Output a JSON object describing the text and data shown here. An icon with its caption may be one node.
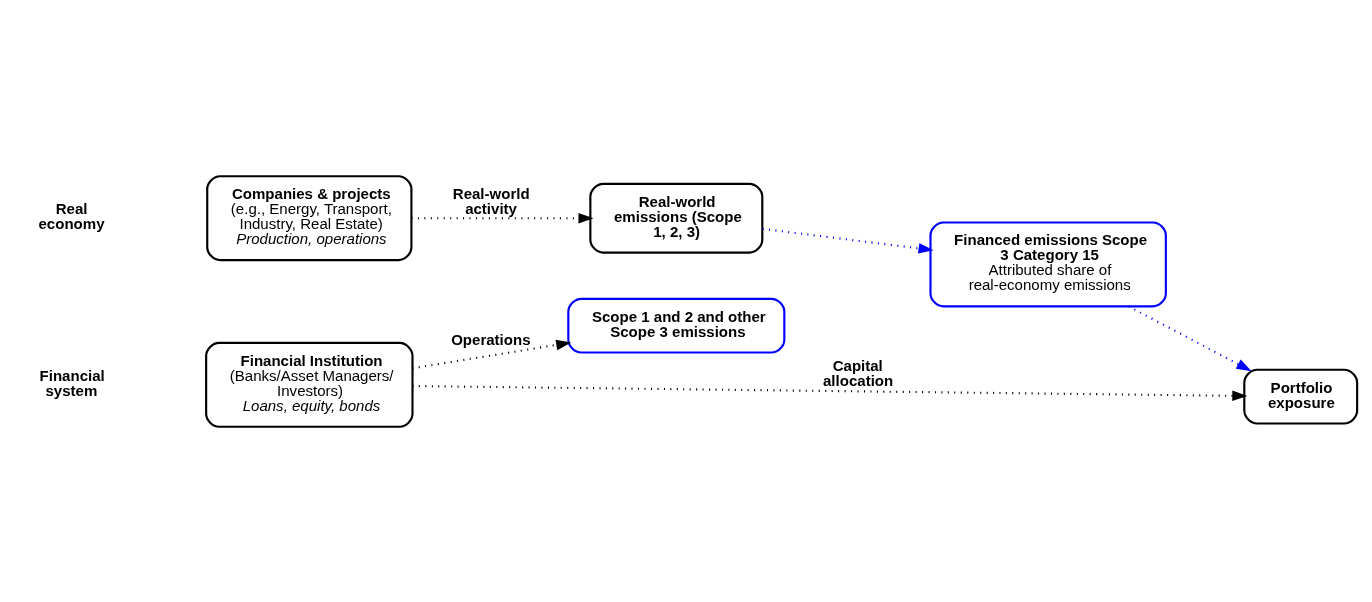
{
  "diagram": {
    "nodes": [
      {
        "text": [
          "Financial Institution",
          "(Banks/Asset Managers/ Investors)",
          "Loans, equity, bonds"
        ]
      },
      {
        "text": [
          "Scope 1 and 2 and other Scope 3 emissions"
        ]
      },
      {
        "text": [
          "Portfolio exposure"
        ]
      },
      {
        "text": [
          "Financed emissions Scope 3 Category 15",
          "Attributed share of real-economy emissions"
        ]
      },
      {
        "text": [
          "Companies & projects",
          "(e.g., Energy, Transport, Industry, Real Estate)",
          "Production, operations"
        ]
      },
      {
        "text": [
          "Real-world emissions (Scope 1, 2, 3)"
        ]
      }
    ],
    "edges": [
      {
        "from": 0,
        "to": 1,
        "arrow": "to",
        "label": "Operations"
      },
      {
        "from": 0,
        "to": 2,
        "arrow": "to",
        "label": "Capital allocation"
      },
      {
        "from": 4,
        "to": 5,
        "arrow": "to",
        "label": "Real-world activity"
      },
      {
        "from": 5,
        "to": 3,
        "arrow": "to",
        "color": "#0000ff"
      },
      {
        "from": 3,
        "to": 2,
        "arrow": "to",
        "color": "#0000ff"
      }
    ],
    "labels": [
      "Financial system",
      "Real economy"
    ]
  }
}
